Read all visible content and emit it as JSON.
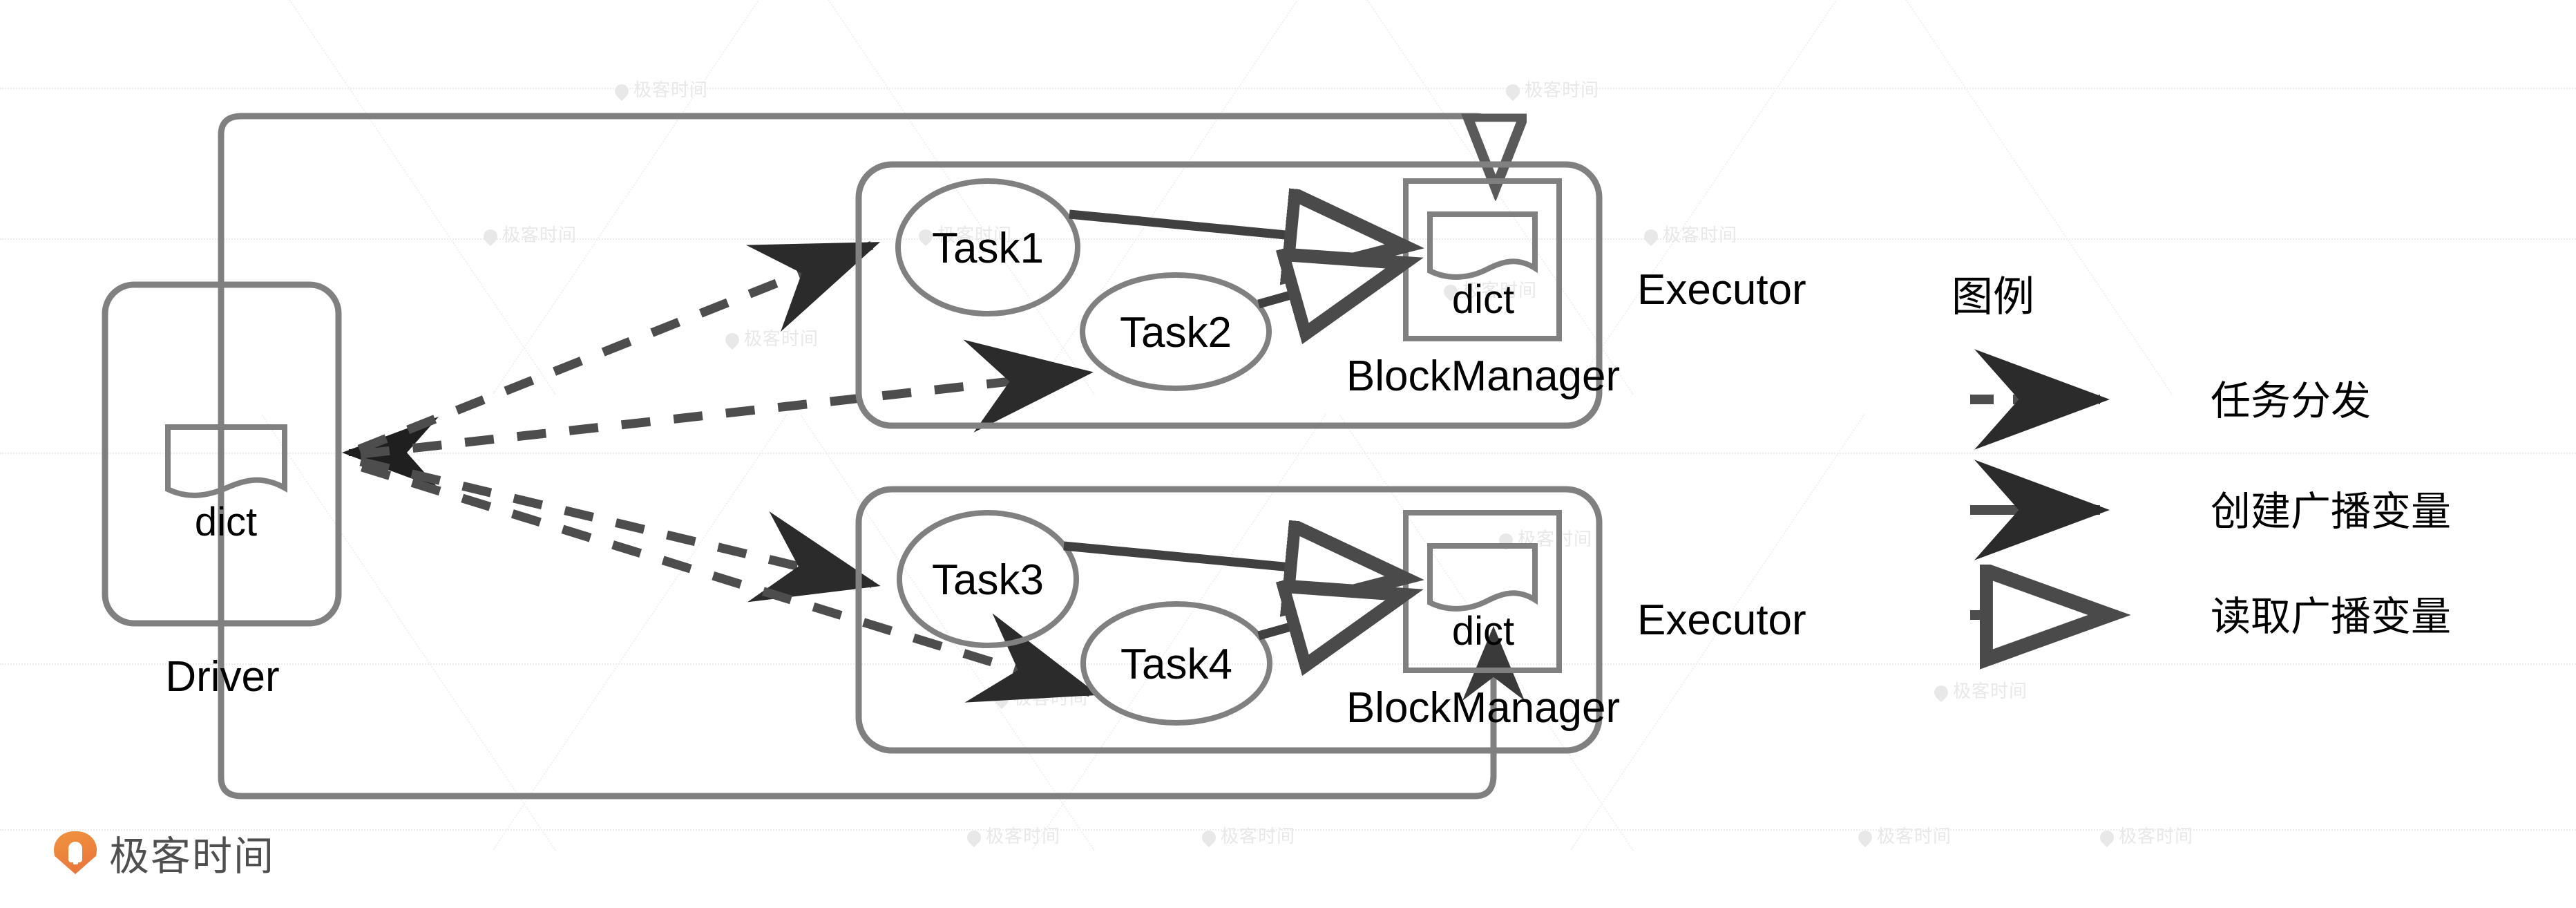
{
  "diagram": {
    "driver": {
      "label": "Driver",
      "store_label": "dict"
    },
    "executors": [
      {
        "label": "Executor",
        "block_manager_label": "BlockManager",
        "store_label": "dict",
        "tasks": [
          {
            "label": "Task1"
          },
          {
            "label": "Task2"
          }
        ]
      },
      {
        "label": "Executor",
        "block_manager_label": "BlockManager",
        "store_label": "dict",
        "tasks": [
          {
            "label": "Task3"
          },
          {
            "label": "Task4"
          }
        ]
      }
    ]
  },
  "legend": {
    "title": "图例",
    "items": [
      {
        "label": "任务分发",
        "style": "dashed-solid-head"
      },
      {
        "label": "创建广播变量",
        "style": "solid-solid-head"
      },
      {
        "label": "读取广播变量",
        "style": "solid-hollow-head"
      }
    ]
  },
  "brand": {
    "name": "极客时间",
    "accent_color": "#e8793a"
  },
  "watermark": {
    "text": "极客时间"
  },
  "colors": {
    "shape_stroke": "#808080",
    "arrow_dark": "#404040",
    "dashed_arrow": "#4d4d4d",
    "text": "#000000",
    "background": "#ffffff"
  }
}
